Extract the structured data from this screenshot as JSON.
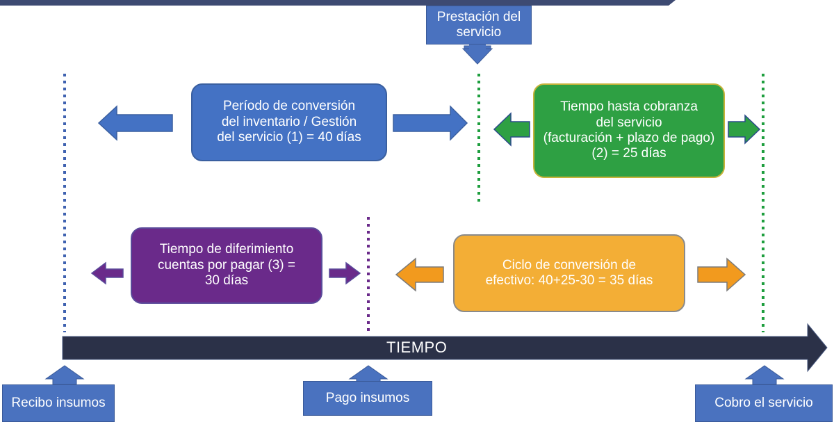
{
  "top_callout": {
    "label_line1": "Prestación del",
    "label_line2": "servicio"
  },
  "boxes": {
    "inventory": {
      "line1": "Período de conversión",
      "line2": "del inventario / Gestión",
      "line3": "del servicio (1) = 40 días",
      "color": "#4472c4"
    },
    "collection": {
      "line1": "Tiempo hasta cobranza",
      "line2": "del servicio",
      "line3": "(facturación + plazo de pago)",
      "line4": "(2) = 25 días",
      "color": "#2ea043"
    },
    "payables": {
      "line1": "Tiempo de diferimiento",
      "line2": "cuentas por pagar (3) =",
      "line3": "30 días",
      "color": "#6a2a8a"
    },
    "cash_cycle": {
      "line1": "Ciclo de conversión de",
      "line2": "efectivo: 40+25-30 = 35 días",
      "color": "#f3ae36"
    }
  },
  "timeline": {
    "label": "TIEMPO",
    "color": "#2b3148"
  },
  "bottom_labels": {
    "receive": "Recibo insumos",
    "pay": "Pago insumos",
    "collect": "Cobro el servicio"
  },
  "colors": {
    "top_bar": "#3d4a72",
    "callout_blue": "#4a72bf",
    "dotted_blue": "#3f62b0",
    "dotted_green": "#1e9e3e",
    "dotted_purple": "#6a2a8a"
  }
}
